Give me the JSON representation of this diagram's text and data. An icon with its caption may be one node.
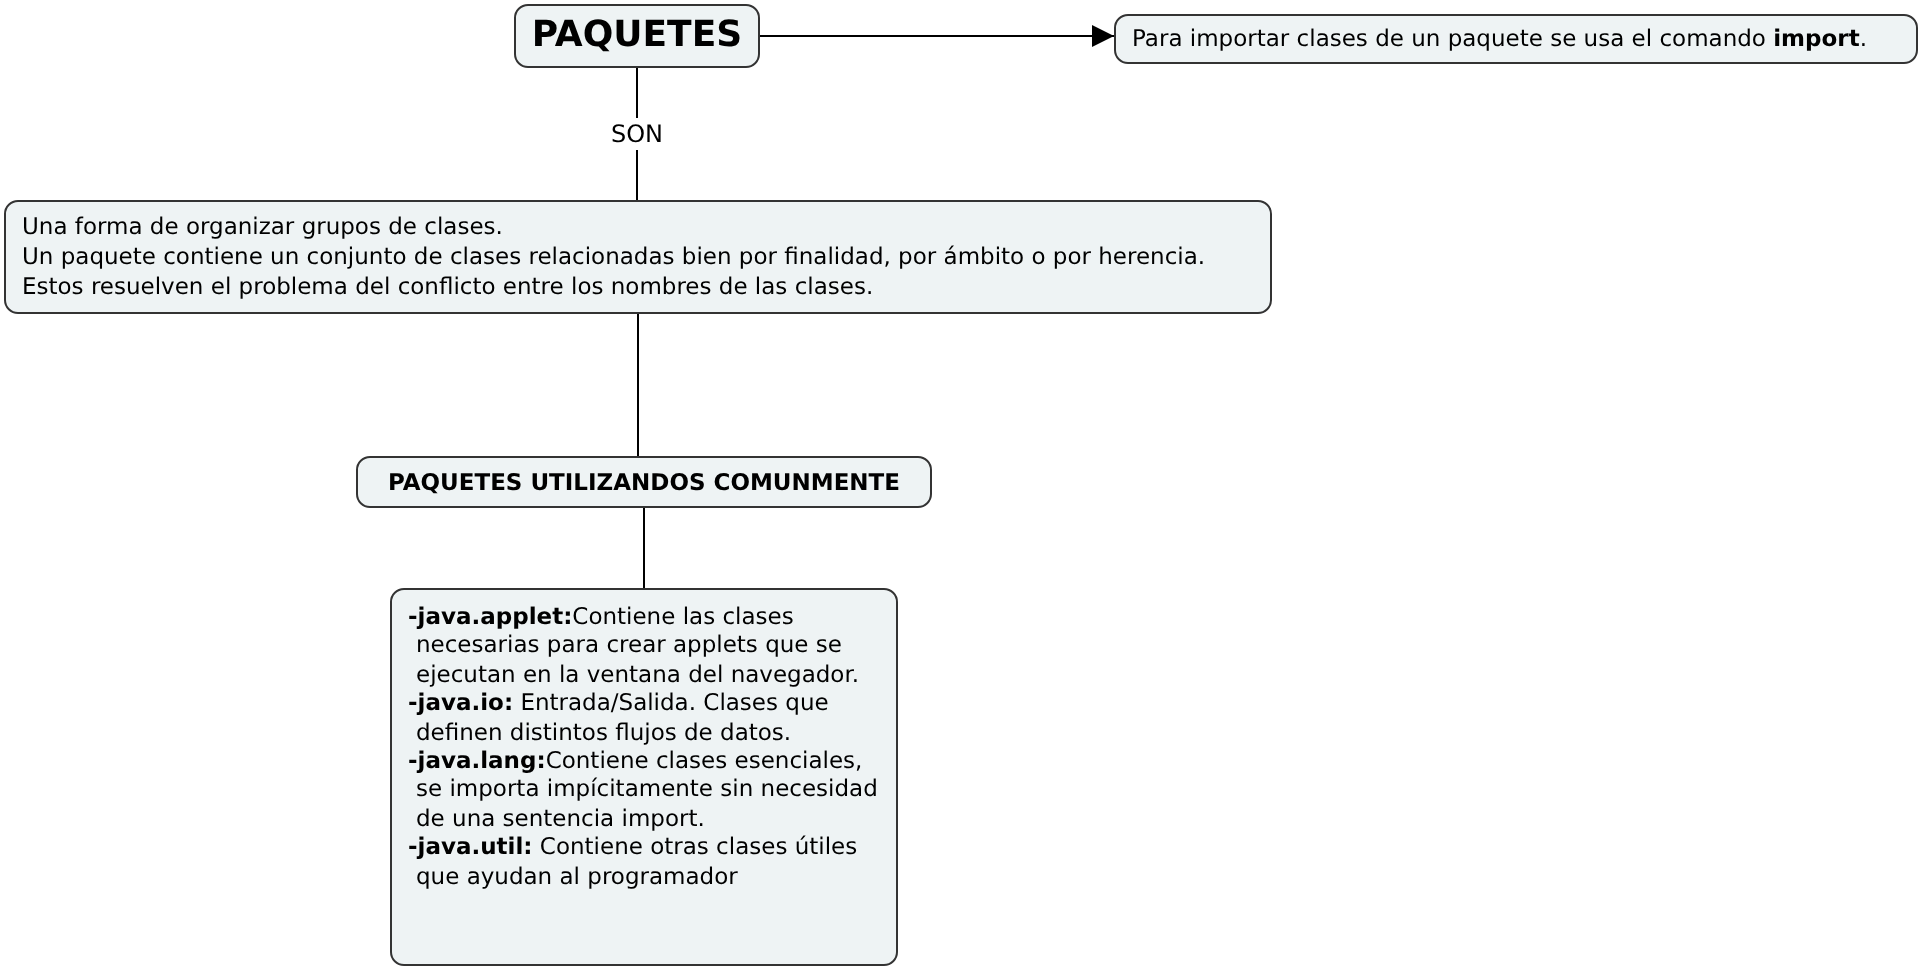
{
  "diagram": {
    "nodes": [
      {
        "text": [
          "PAQUETES"
        ]
      },
      {
        "text": [
          "Para importar clases de un paquete se usa el comando **import**."
        ]
      },
      {
        "text": [
          "Una forma de organizar grupos de clases.",
          "Un paquete contiene un conjunto de clases relacionadas bien por finalidad, por ámbito o por herencia.",
          "Estos resuelven el problema del conflicto entre los nombres de las clases."
        ]
      },
      {
        "text": [
          "PAQUETES UTILIZANDOS COMUNMENTE"
        ]
      },
      {
        "text": [
          "**-java.applet:**Contiene las clases necesarias para crear applets que se ejecutan en la ventana del navegador.",
          "**-java.io:** Entrada/Salida. Clases que definen distintos flujos de datos.",
          "**-java.lang:**Contiene clases esenciales, se importa impícitamente sin necesidad de una sentencia import.",
          "**-java.util:** Contiene otras clases útiles que ayudan al programador"
        ]
      }
    ],
    "edges": [
      {
        "from": 0,
        "to": 1,
        "arrow": "to"
      },
      {
        "from": 0,
        "to": 2,
        "arrow": "none",
        "label": "SON"
      },
      {
        "from": 2,
        "to": 3,
        "arrow": "none"
      },
      {
        "from": 3,
        "to": 4,
        "arrow": "none"
      }
    ]
  }
}
